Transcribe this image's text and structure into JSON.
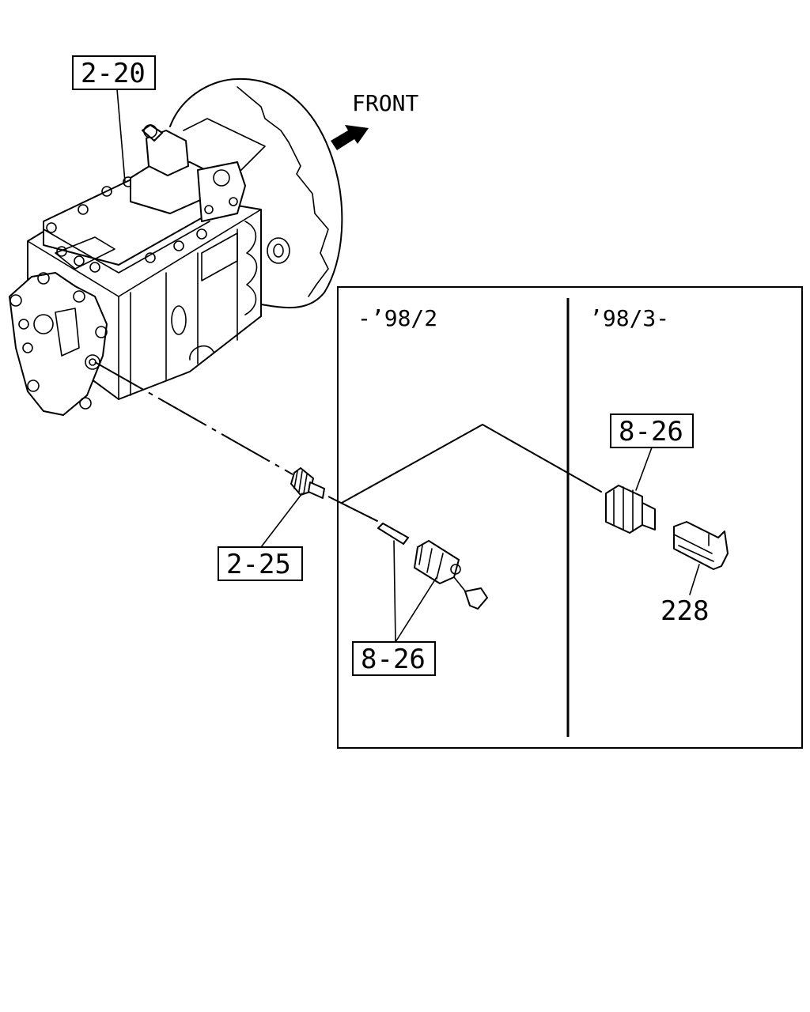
{
  "labels": {
    "transmission_ref": "2-20",
    "front": "FRONT",
    "plug_ref": "2-25",
    "early_period": "-’98/2",
    "late_period": "’98/3-",
    "switch_ref_early": "8-26",
    "switch_ref_late": "8-26",
    "bracket_ref": "228"
  }
}
